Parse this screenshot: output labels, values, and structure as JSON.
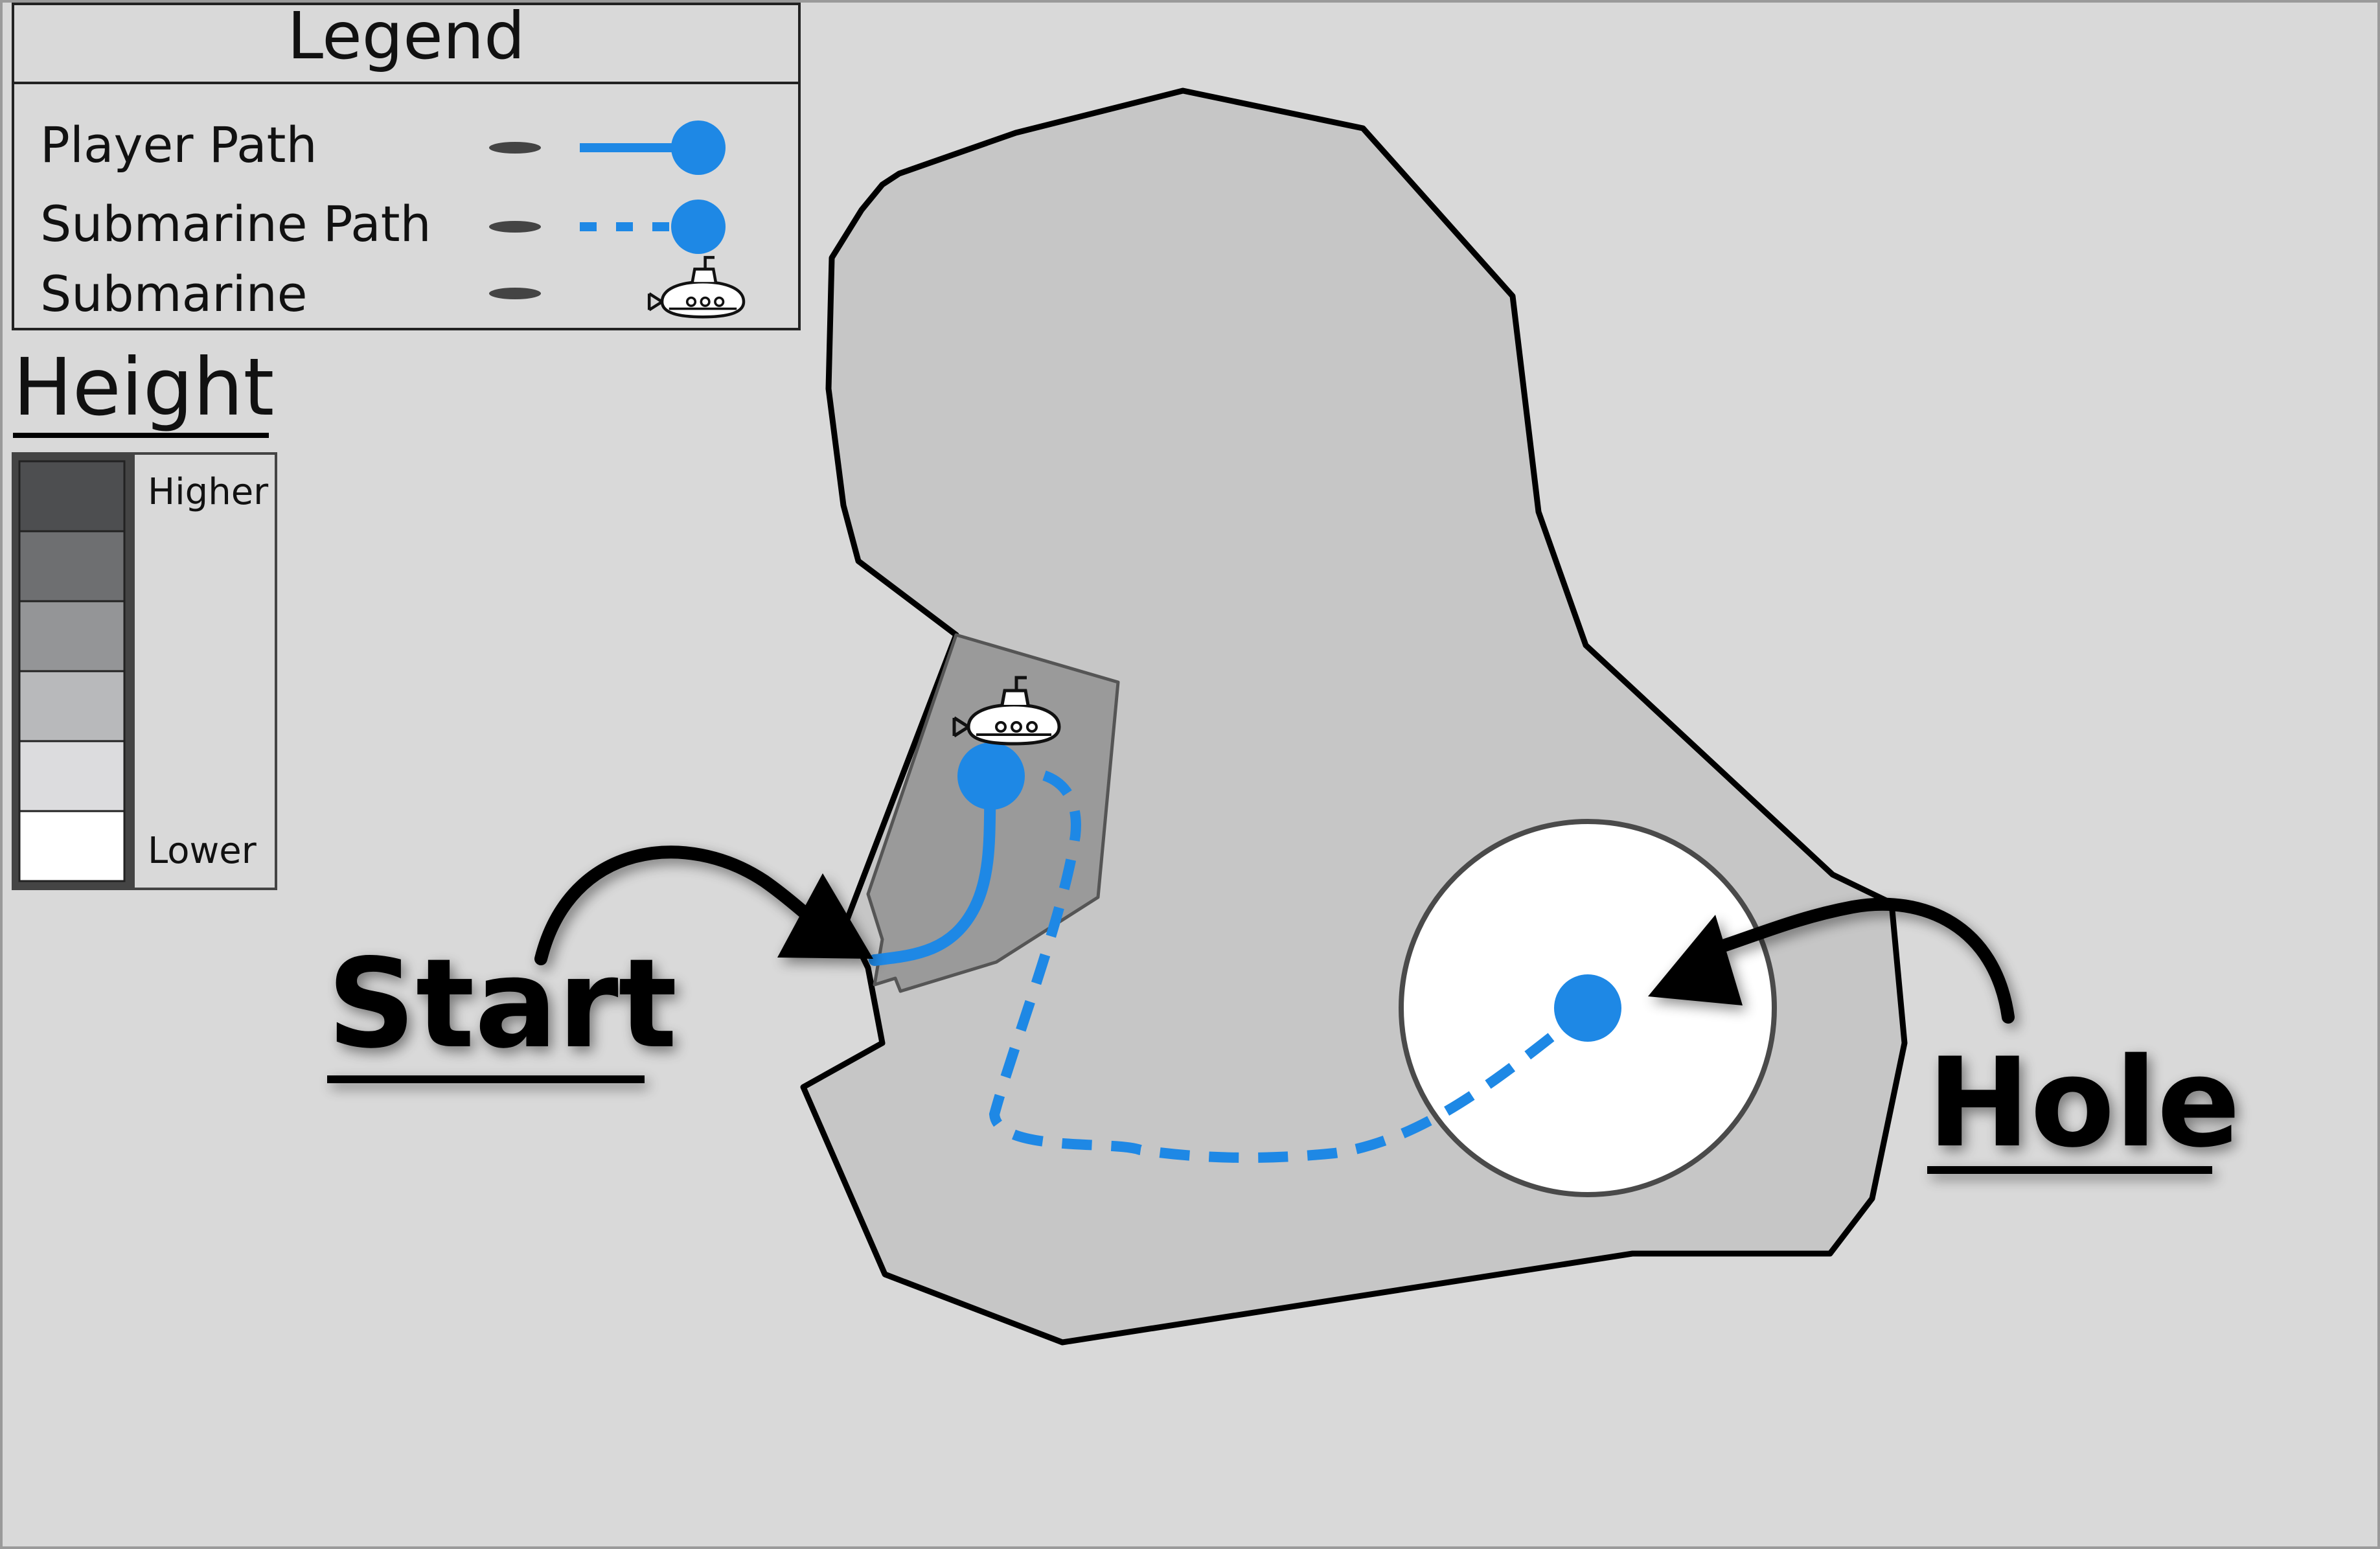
{
  "legend": {
    "title": "Legend",
    "items": [
      {
        "label": "Player Path",
        "icon": "player-path-line-icon"
      },
      {
        "label": "Submarine Path",
        "icon": "submarine-path-dashed-icon"
      },
      {
        "label": "Submarine",
        "icon": "submarine-icon"
      }
    ]
  },
  "height_scale": {
    "title": "Height",
    "high_label": "Higher",
    "low_label": "Lower",
    "shades": [
      "#4d4e50",
      "#6e6f71",
      "#949597",
      "#b8b9bb",
      "#dcdcde",
      "#ffffff"
    ]
  },
  "map": {
    "start_label": "Start",
    "hole_label": "Hole"
  },
  "colors": {
    "background": "#d9d9d9",
    "fairway": "#c6c6c6",
    "tee_box": "#9a9a9a",
    "green": "#ffffff",
    "path": "#1e88e5"
  }
}
